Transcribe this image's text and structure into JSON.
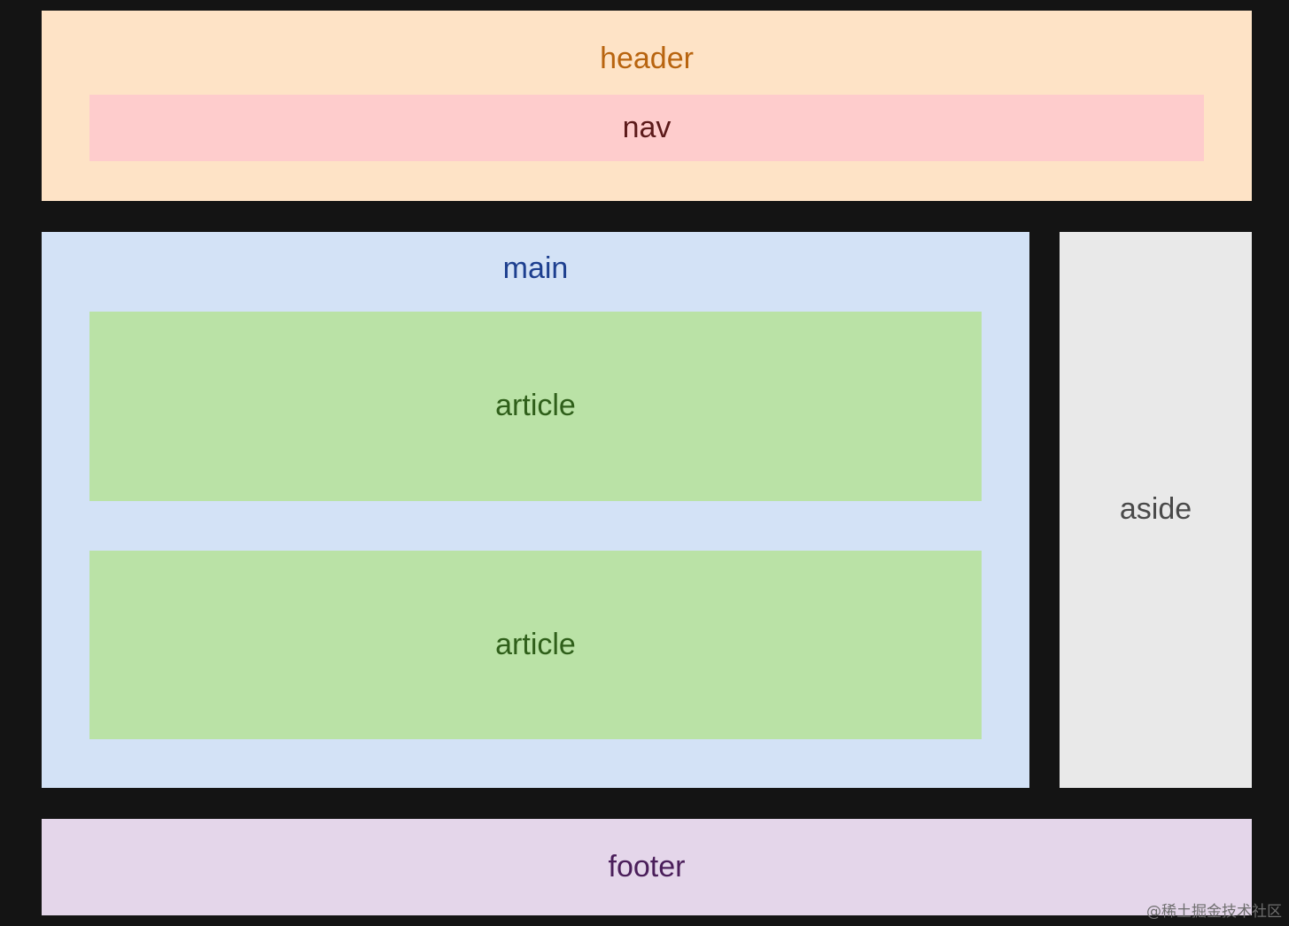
{
  "diagram": {
    "header": {
      "label": "header",
      "fill": "#fee3c6",
      "text_color": "#b8640f"
    },
    "nav": {
      "label": "nav",
      "fill": "#fecccc",
      "text_color": "#5c1a1a"
    },
    "main": {
      "label": "main",
      "fill": "#d3e2f6",
      "text_color": "#1d3f8f"
    },
    "articles": [
      {
        "label": "article",
        "fill": "#bae2a6",
        "text_color": "#2f5f1a"
      },
      {
        "label": "article",
        "fill": "#bae2a6",
        "text_color": "#2f5f1a"
      }
    ],
    "aside": {
      "label": "aside",
      "fill": "#e9e9e9",
      "text_color": "#4a4a4a"
    },
    "footer": {
      "label": "footer",
      "fill": "#e4d6ea",
      "text_color": "#4a1e5a"
    }
  },
  "watermark": {
    "text": "@稀土掘金技术社区",
    "color": "#6e6e6e"
  },
  "background_color": "#141414"
}
